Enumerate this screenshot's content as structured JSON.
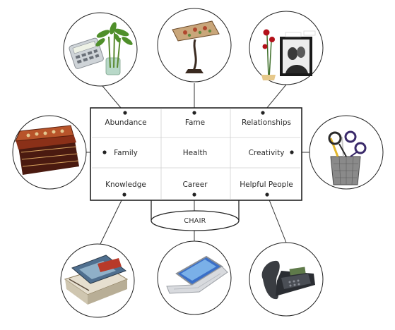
{
  "grid": {
    "top": [
      "Abundance",
      "Fame",
      "Relationships"
    ],
    "middle": [
      "Family",
      "Health",
      "Creativity"
    ],
    "bottom": [
      "Knowledge",
      "Career",
      "Helpful People"
    ]
  },
  "chair_label": "CHAIR",
  "objects": [
    {
      "area": "Abundance",
      "icon": "calculator-and-bamboo-icon"
    },
    {
      "area": "Fame",
      "icon": "tiffany-lamp-icon"
    },
    {
      "area": "Relationships",
      "icon": "wedding-photo-and-roses-icon"
    },
    {
      "area": "Family",
      "icon": "wooden-box-icon"
    },
    {
      "area": "Creativity",
      "icon": "scissors-in-pen-cup-icon"
    },
    {
      "area": "Knowledge",
      "icon": "books-icon"
    },
    {
      "area": "Career",
      "icon": "laptop-icon"
    },
    {
      "area": "Helpful People",
      "icon": "desk-phone-icon"
    }
  ]
}
